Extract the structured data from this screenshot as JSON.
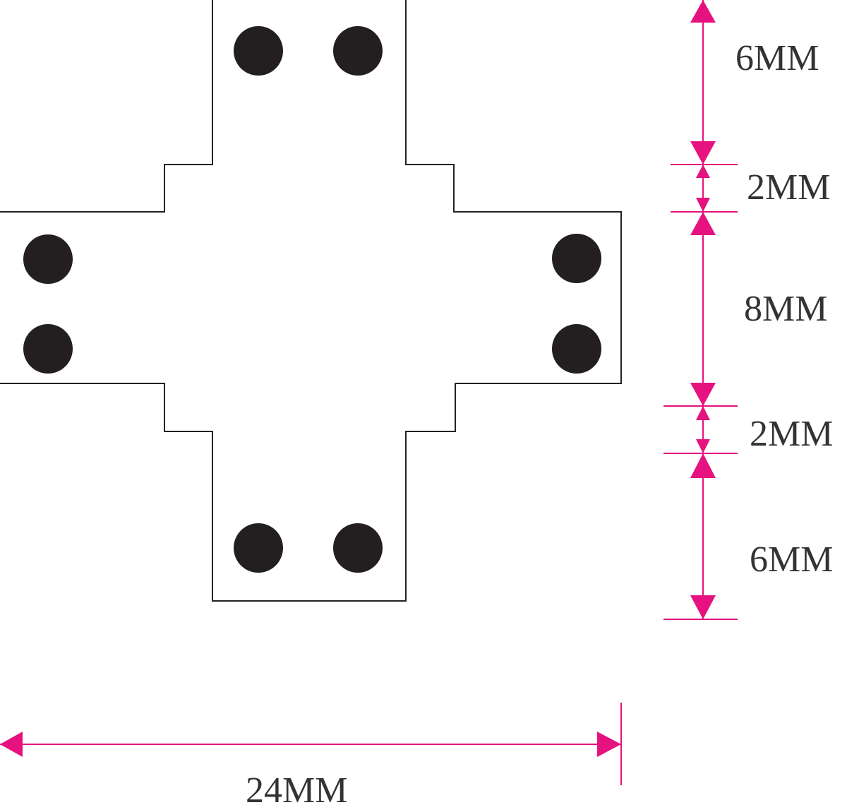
{
  "colors": {
    "dimension": "#e6127f",
    "outline": "#222222",
    "pads": "#231f20"
  },
  "labels": {
    "top_arm": "6MM",
    "upper_step": "2MM",
    "center": "8MM",
    "lower_step": "2MM",
    "bottom_arm": "6MM",
    "width": "24MM"
  }
}
